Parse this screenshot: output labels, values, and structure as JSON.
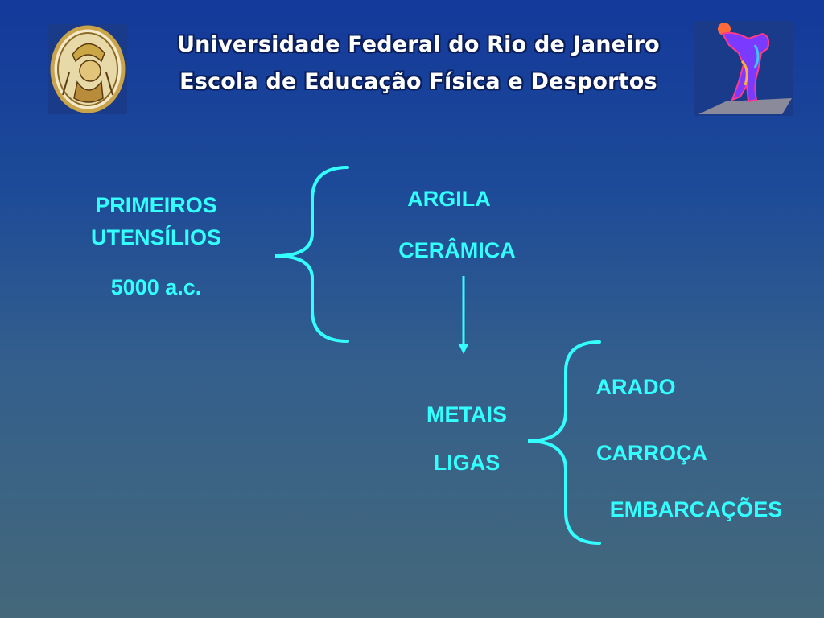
{
  "header": {
    "line1": "Universidade Federal do Rio de Janeiro",
    "line2": "Escola de Educação Física e Desportos"
  },
  "logos": {
    "left": "university-crest",
    "right": "discus-thrower-statue"
  },
  "diagram": {
    "origin": {
      "line1": "PRIMEIROS",
      "line2": "UTENSÍLIOS",
      "date": "5000 a.c."
    },
    "first_group": [
      "ARGILA",
      "CERÂMICA"
    ],
    "middle": [
      "METAIS",
      "LIGAS"
    ],
    "second_group": [
      "ARADO",
      "CARROÇA",
      "EMBARCAÇÕES"
    ]
  },
  "colors": {
    "text": "#33ffff",
    "header_text": "#ffffff"
  }
}
